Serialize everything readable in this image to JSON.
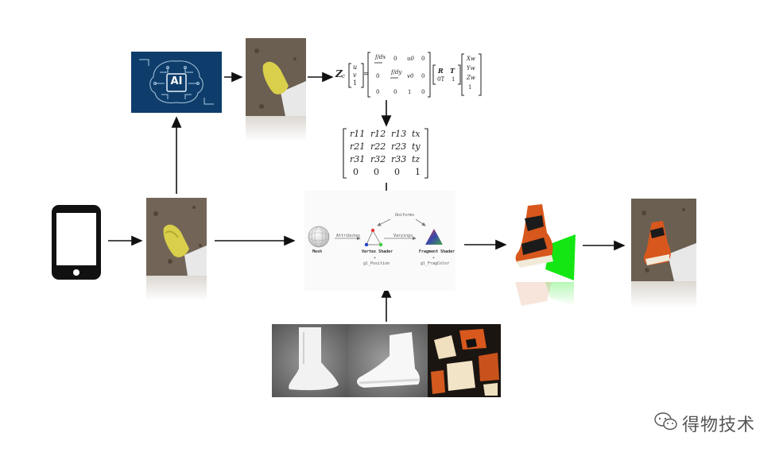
{
  "ai_panel": {
    "label": "AI"
  },
  "camera_eq": {
    "lhs": "Z",
    "lhs_sub": "c",
    "uv": [
      "u",
      "v",
      "1"
    ],
    "intrinsic": [
      [
        "f/dx",
        "0",
        "u0",
        "0"
      ],
      [
        "0",
        "f/dy",
        "v0",
        "0"
      ],
      [
        "0",
        "0",
        "1",
        "0"
      ]
    ],
    "extrinsic": [
      "R",
      "T",
      "0T",
      "1"
    ],
    "world": [
      "Xw",
      "Yw",
      "Zw",
      "1"
    ]
  },
  "rot_matrix": {
    "rows": [
      [
        "r11",
        "r12",
        "r13",
        "tx"
      ],
      [
        "r21",
        "r22",
        "r23",
        "ty"
      ],
      [
        "r31",
        "r32",
        "r33",
        "tz"
      ],
      [
        "0",
        "0",
        "0",
        "1"
      ]
    ]
  },
  "pipeline": {
    "mesh": "Mesh",
    "attributes": "Attributes",
    "uniforms": "Uniforms",
    "varyings": "Varyings",
    "vertex_shader": "Vertex Shader",
    "vertex_sub": "gl_Position",
    "fragment_shader": "Fragment Shader",
    "fragment_sub": "gl_FragColor"
  },
  "watermark": {
    "text": "得物技术"
  }
}
